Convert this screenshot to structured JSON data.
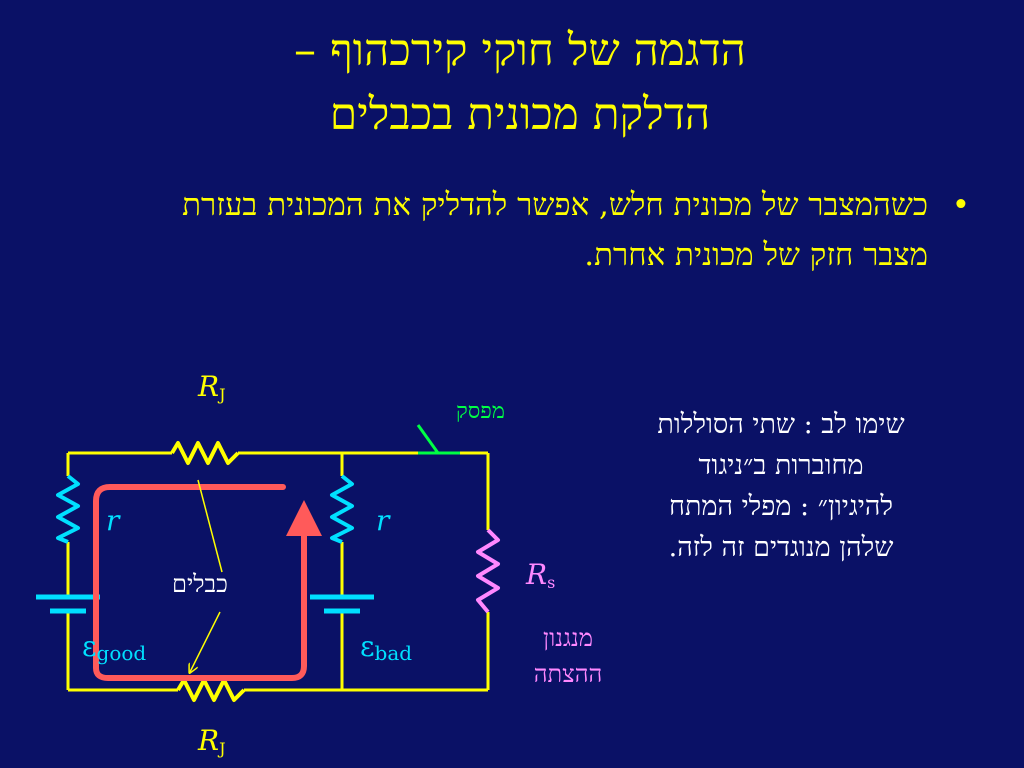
{
  "title": {
    "line1": "הדגמה של חוקי קירכהוף –",
    "line2": "הדלקת מכונית בכבלים"
  },
  "bullet": {
    "marker": "•",
    "text": "כשהמצבר של מכונית חלש, אפשר להדליק את המכונית בעזרת מצבר חזק של מכונית אחרת."
  },
  "note": {
    "lines": [
      "שימו לב : שתי הסוללות",
      "מחוברות ב״ניגוד",
      "להיגיון״ : מפלי המתח",
      "שלהן מנוגדים זה לזה."
    ]
  },
  "diagram": {
    "labels": {
      "rj_top": {
        "main": "R",
        "sub": "J"
      },
      "rj_bottom": {
        "main": "R",
        "sub": "J"
      },
      "r_left": "r",
      "r_mid": "r",
      "rs": {
        "main": "R",
        "sub": "s"
      },
      "emf_good": {
        "main": "ε",
        "sub": "good"
      },
      "emf_bad": {
        "main": "ε",
        "sub": "bad"
      },
      "switch": "מפסק",
      "cables": "כבלים",
      "starter_line1": "מנגנון",
      "starter_line2": "ההצתה"
    },
    "colors": {
      "background": "#0a1166",
      "wire": "#ffff00",
      "resistor": "#ffff00",
      "internal_resistor": "#00e0ff",
      "battery": "#00e0ff",
      "starter_resistor": "#ff88ff",
      "switch": "#00ff44",
      "loop_arrow": "#ff5a5a",
      "cable_label": "#ffffff",
      "starter_label": "#ff88ff"
    }
  }
}
